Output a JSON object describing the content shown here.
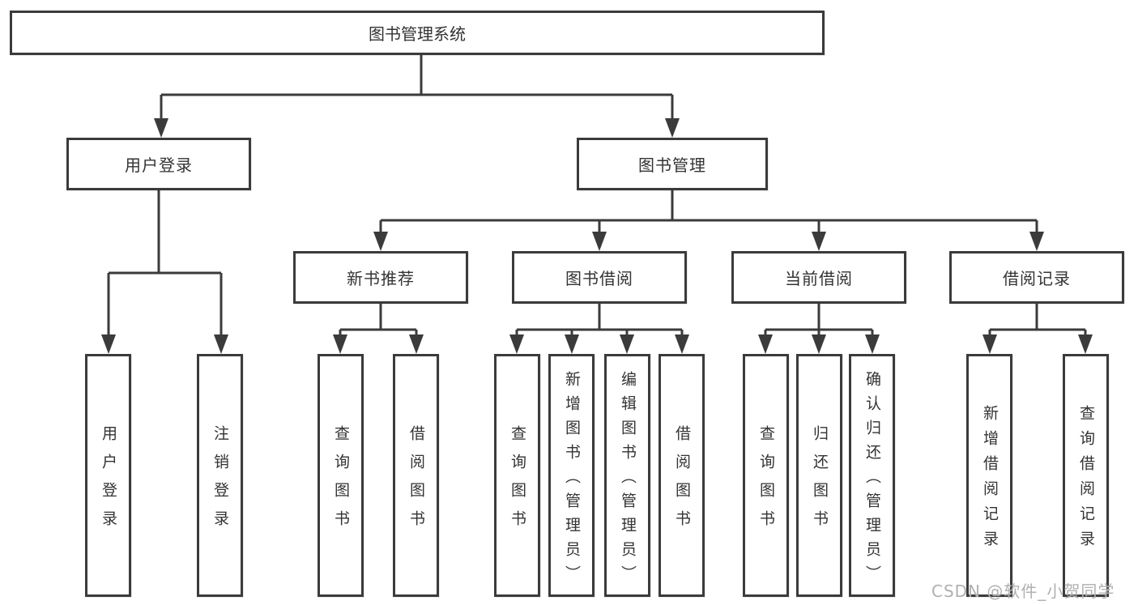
{
  "tree": {
    "root": "图书管理系统",
    "branches": [
      {
        "label": "用户登录",
        "leaves": [
          "用户登录",
          "注销登录"
        ]
      },
      {
        "label": "图书管理",
        "groups": [
          {
            "label": "新书推荐",
            "leaves": [
              "查询图书",
              "借阅图书"
            ]
          },
          {
            "label": "图书借阅",
            "leaves": [
              "查询图书",
              "新增图书（管理员）",
              "编辑图书（管理员）",
              "借阅图书"
            ]
          },
          {
            "label": "当前借阅",
            "leaves": [
              "查询图书",
              "归还图书",
              "确认归还（管理员）"
            ]
          },
          {
            "label": "借阅记录",
            "leaves": [
              "新增借阅记录",
              "查询借阅记录"
            ]
          }
        ]
      }
    ]
  },
  "watermark": "CSDN @软件_小贺同学",
  "colors": {
    "line": "#3b3b3b",
    "text": "#333333",
    "watermark": "#acacac",
    "background": "#ffffff"
  }
}
